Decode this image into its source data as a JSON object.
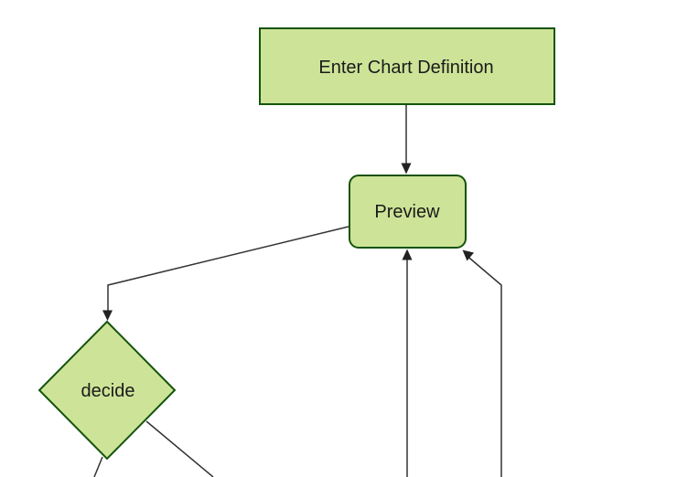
{
  "diagram": {
    "type": "flowchart",
    "orientation": "top-down",
    "background": "#ffffff",
    "colors": {
      "node_fill": "#cde498",
      "node_border": "#13540c",
      "edge": "#333333",
      "arrowhead": "#222222",
      "text": "#1a1a1a"
    },
    "nodes": [
      {
        "id": "enter-chart-definition",
        "shape": "rectangle",
        "label": "Enter Chart Definition"
      },
      {
        "id": "preview",
        "shape": "rounded-rectangle",
        "label": "Preview"
      },
      {
        "id": "decide",
        "shape": "diamond",
        "label": "decide"
      }
    ],
    "edges": [
      {
        "from": "enter-chart-definition",
        "to": "preview",
        "arrow_at": "preview-top"
      },
      {
        "from": "preview",
        "to": "decide",
        "arrow_at": "decide-top"
      },
      {
        "from": "offscreen-bottom",
        "to": "preview",
        "arrow_at": "preview-bottom-center"
      },
      {
        "from": "offscreen-bottom",
        "to": "preview",
        "arrow_at": "preview-bottom-right-corner"
      },
      {
        "from": "decide",
        "to": "offscreen-bottom-left",
        "arrow_at": "offscreen"
      },
      {
        "from": "decide",
        "to": "offscreen-bottom-right",
        "arrow_at": "offscreen"
      }
    ]
  }
}
